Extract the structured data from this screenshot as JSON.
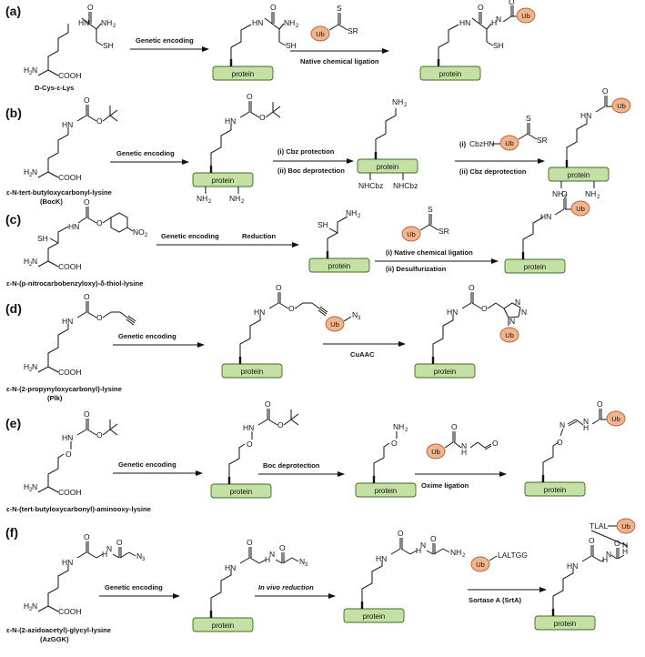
{
  "atoms": {
    "H": "H",
    "HN": "HN",
    "NH": "NH",
    "O": "O",
    "N": "N",
    "NH2": "NH",
    "H2N": "H",
    "SH": "SH",
    "SR": "SR",
    "COOH": "COOH",
    "NHCbz": "NHCbz",
    "CbzHN": "CbzHN",
    "NO2": "NO",
    "N3": "N",
    "two": "2",
    "three": "3",
    "protein": "protein",
    "ub": "Ub"
  },
  "panels": {
    "a": {
      "label": "(a)",
      "caption": "D-Cys-ε-Lys",
      "steps": [
        "Genetic encoding",
        "Native chemical ligation"
      ]
    },
    "b": {
      "label": "(b)",
      "caption_line1": "ε-N-tert-butyloxycarbonyl-lysine",
      "caption_line2": "(BocK)",
      "steps": [
        "Genetic encoding",
        "(i) Cbz protection",
        "(ii) Boc deprotection",
        "(i)",
        "(ii) Cbz deprotection"
      ]
    },
    "c": {
      "label": "(c)",
      "caption": "ε-N-(p-nitrocarbobenzyloxy)-δ-thiol-lysine",
      "steps": [
        "Genetic encoding",
        "Reduction",
        "(i) Native chemical ligation",
        "(ii) Desulfurization"
      ]
    },
    "d": {
      "label": "(d)",
      "caption_line1": "ε-N-(2-propynyloxycarbonyl)-lysine",
      "caption_line2": "(Plk)",
      "steps": [
        "Genetic encoding",
        "CuAAC"
      ]
    },
    "e": {
      "label": "(e)",
      "caption": "ε-N-(tert-butyloxycarbonyl)-aminooxy-lysine",
      "steps": [
        "Genetic encoding",
        "Boc deprotection",
        "Oxime ligation"
      ]
    },
    "f": {
      "label": "(f)",
      "caption_line1": "ε-N-(2-azidoacetyl)-glycyl-lysine",
      "caption_line2": "(AzGGK)",
      "steps": [
        "Genetic encoding",
        "In vivo reduction",
        "Sortase A (SrtA)"
      ],
      "sortase_peptide": "LALTGG",
      "product_peptide": "TLAL"
    }
  }
}
